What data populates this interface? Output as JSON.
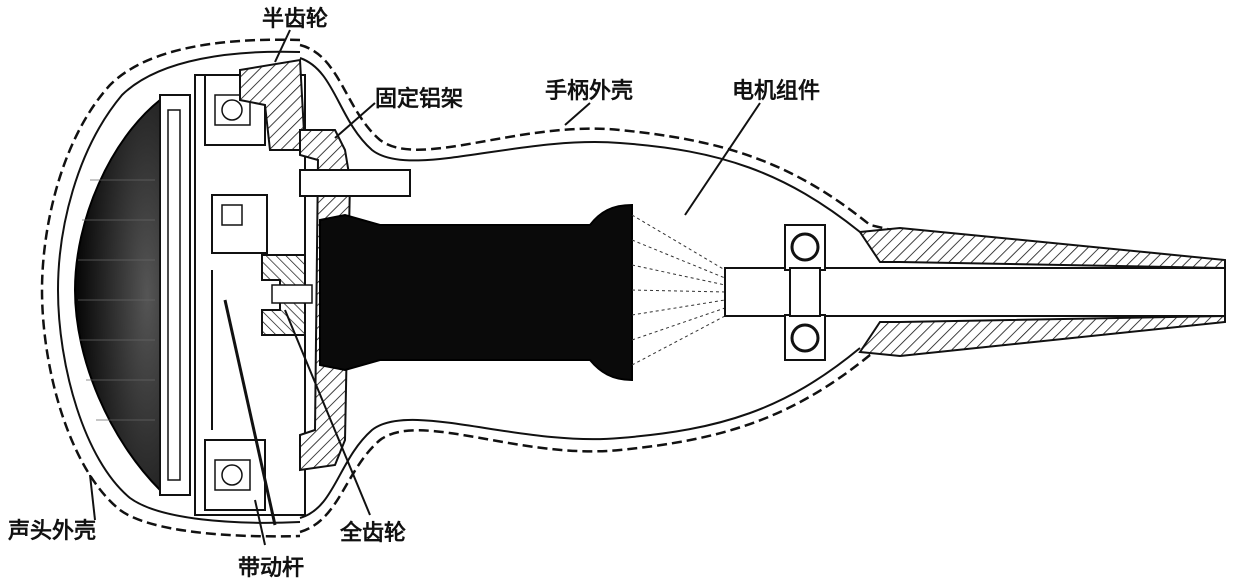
{
  "labels": {
    "half_gear": "半齿轮",
    "fixed_al_frame": "固定铝架",
    "handle_shell": "手柄外壳",
    "motor_assembly": "电机组件",
    "probe_head_shell": "声头外壳",
    "drive_rod": "带动杆",
    "full_gear": "全齿轮"
  }
}
